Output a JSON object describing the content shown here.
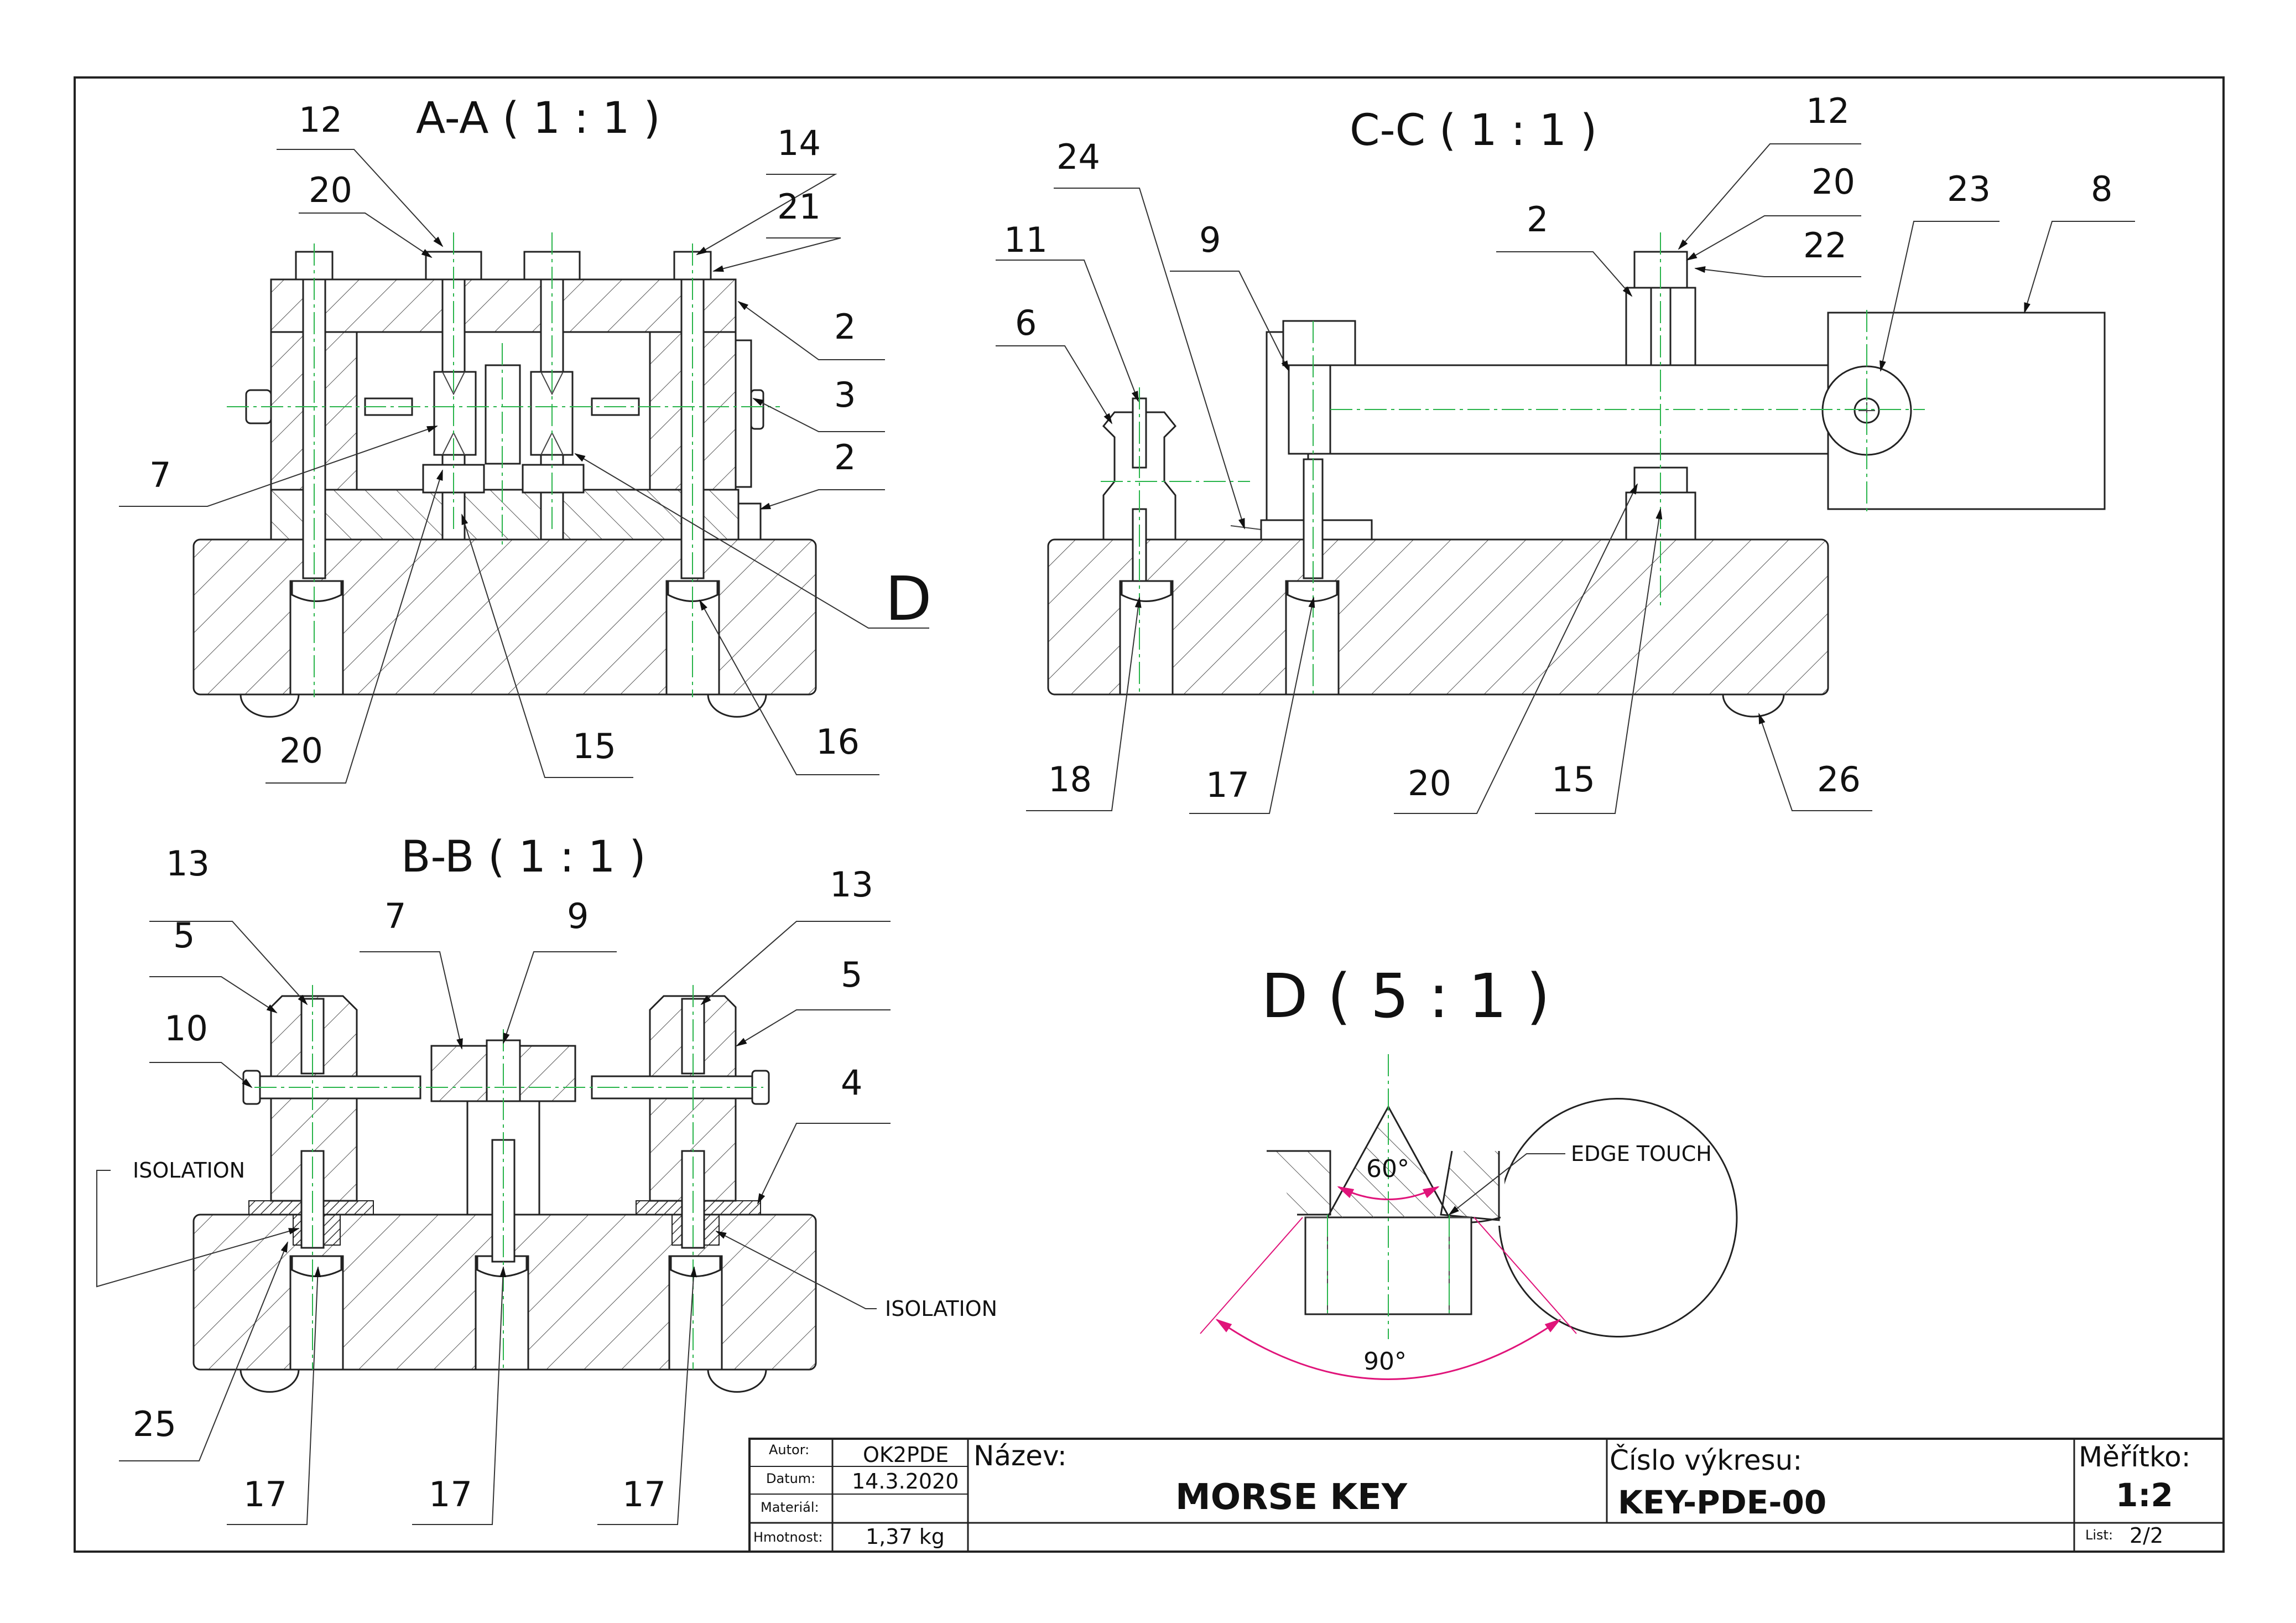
{
  "views": {
    "aa": {
      "title": "A-A ( 1 : 1 )",
      "labels": [
        "12",
        "20",
        "14",
        "21",
        "2",
        "3",
        "2",
        "7",
        "D",
        "20",
        "15",
        "16"
      ]
    },
    "cc": {
      "title": "C-C ( 1 : 1 )",
      "labels": [
        "24",
        "12",
        "20",
        "23",
        "8",
        "11",
        "9",
        "2",
        "22",
        "6",
        "18",
        "17",
        "20",
        "15",
        "26"
      ]
    },
    "bb": {
      "title": "B-B ( 1 : 1 )",
      "labels": [
        "13",
        "5",
        "7",
        "9",
        "13",
        "5",
        "10",
        "4",
        "25",
        "17",
        "17",
        "17"
      ],
      "isolation_left": "ISOLATION",
      "isolation_right": "ISOLATION"
    },
    "d": {
      "title": "D ( 5 : 1 )",
      "angle_inner": "60°",
      "angle_outer": "90°",
      "edge_note": "EDGE TOUCH"
    }
  },
  "title_block": {
    "author_label": "Autor:",
    "author": "OK2PDE",
    "date_label": "Datum:",
    "date": "14.3.2020",
    "material_label": "Materiál:",
    "material": "",
    "mass_label": "Hmotnost:",
    "mass": "1,37 kg",
    "name_label": "Název:",
    "name": "MORSE KEY",
    "drawing_no_label": "Číslo výkresu:",
    "drawing_no": "KEY-PDE-00",
    "scale_label": "Měřítko:",
    "scale": "1:2",
    "sheet_label": "List:",
    "sheet": "2/2"
  },
  "colors": {
    "outline": "#222222",
    "centerline": "#28b44a",
    "dimension": "#e0147a",
    "hatch": "#555555"
  }
}
